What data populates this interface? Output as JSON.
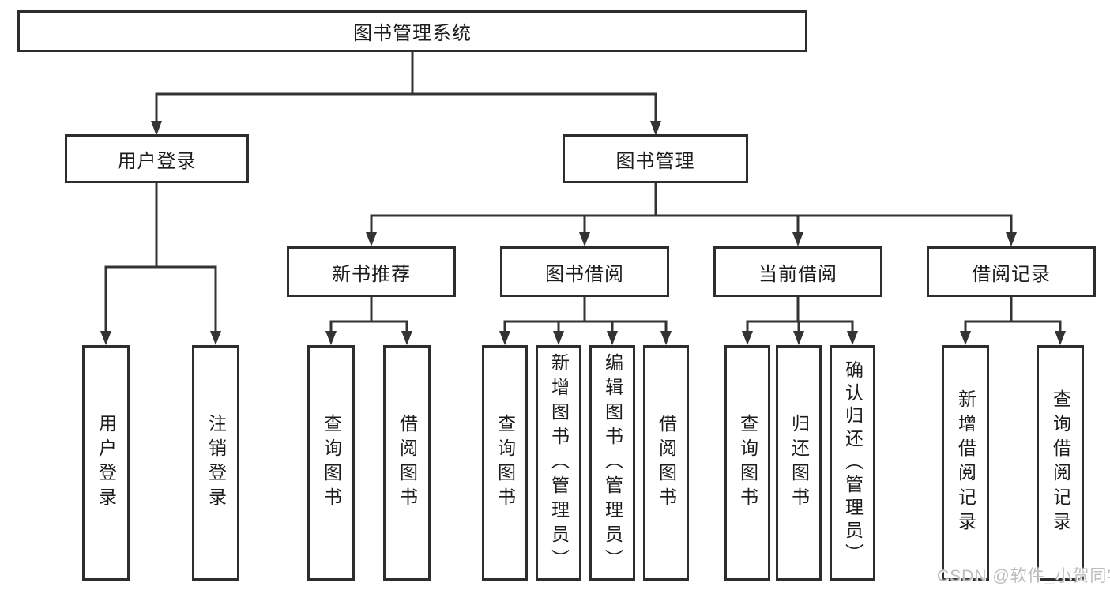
{
  "tree": {
    "root": {
      "label": "图书管理系统"
    },
    "level2": [
      {
        "id": "user-login",
        "label": "用户登录"
      },
      {
        "id": "book-management",
        "label": "图书管理"
      }
    ],
    "level3": [
      {
        "id": "new-book-recommend",
        "label": "新书推荐"
      },
      {
        "id": "book-borrowing",
        "label": "图书借阅"
      },
      {
        "id": "current-borrowing",
        "label": "当前借阅"
      },
      {
        "id": "borrowing-records",
        "label": "借阅记录"
      }
    ],
    "leaves": [
      {
        "parent": "user-login",
        "label": "用户登录"
      },
      {
        "parent": "user-login",
        "label": "注销登录"
      },
      {
        "parent": "new-book-recommend",
        "label": "查询图书"
      },
      {
        "parent": "new-book-recommend",
        "label": "借阅图书"
      },
      {
        "parent": "book-borrowing",
        "label": "查询图书"
      },
      {
        "parent": "book-borrowing",
        "label": "新增图书（管理员）"
      },
      {
        "parent": "book-borrowing",
        "label": "编辑图书（管理员）"
      },
      {
        "parent": "book-borrowing",
        "label": "借阅图书"
      },
      {
        "parent": "current-borrowing",
        "label": "查询图书"
      },
      {
        "parent": "current-borrowing",
        "label": "归还图书"
      },
      {
        "parent": "current-borrowing",
        "label": "确认归还（管理员）"
      },
      {
        "parent": "borrowing-records",
        "label": "新增借阅记录"
      },
      {
        "parent": "borrowing-records",
        "label": "查询借阅记录"
      }
    ]
  },
  "watermark": {
    "text": "CSDN @软件_小贺同学"
  },
  "colors": {
    "line": "#333333",
    "box_border": "#2d2d2d",
    "text": "#1c1c1c",
    "watermark": "#bdbdbd",
    "background": "#ffffff"
  }
}
